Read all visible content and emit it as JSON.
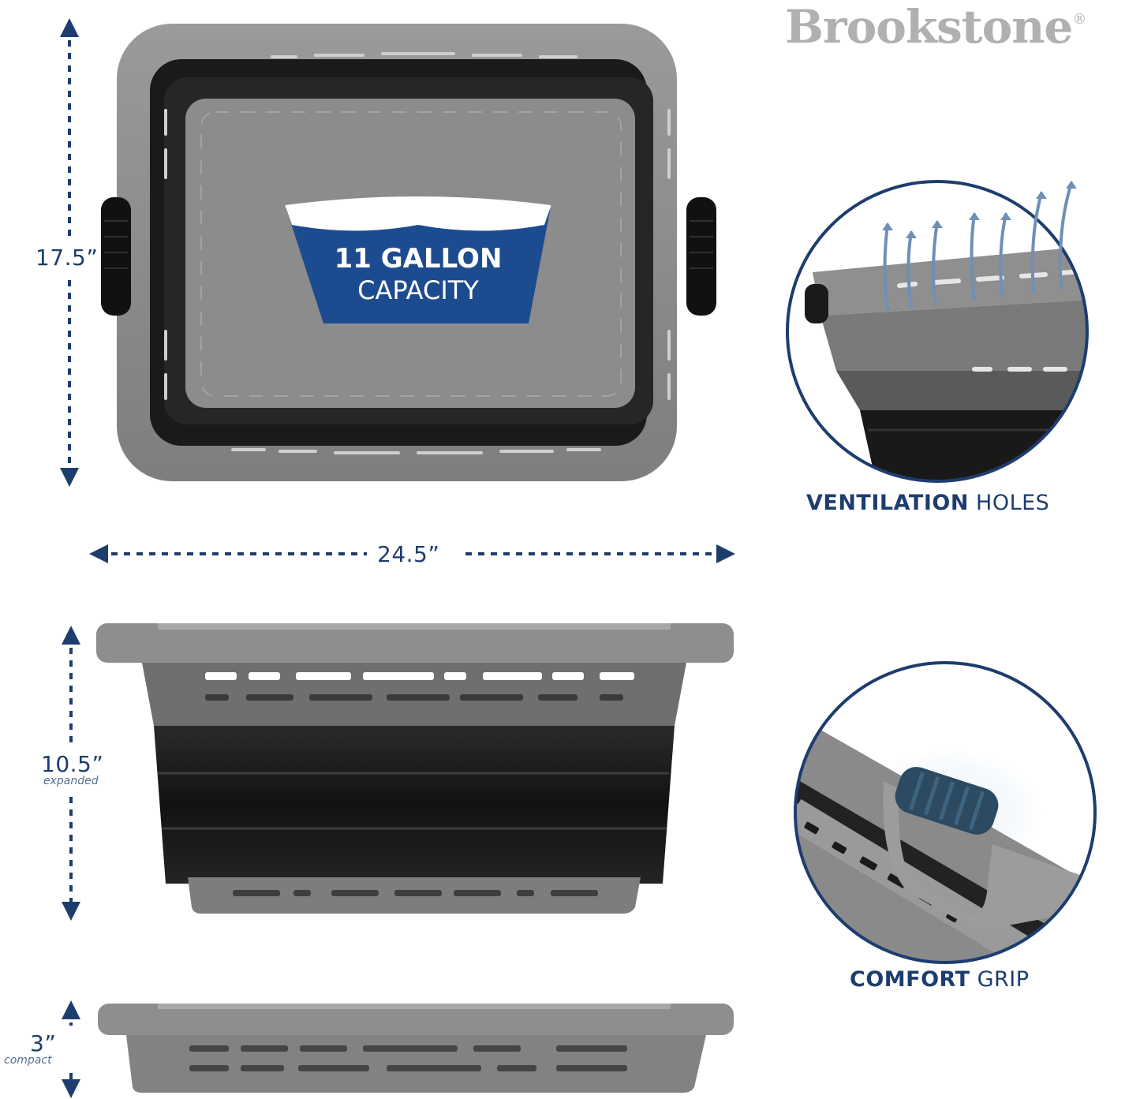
{
  "brand": {
    "name": "Brookstone",
    "mark": "®"
  },
  "badge": {
    "line1": "11 GALLON",
    "line2": "CAPACITY"
  },
  "dimensions": {
    "height_top": "17.5”",
    "width": "24.5”",
    "height_expanded": "10.5”",
    "expanded_label": "expanded",
    "height_compact": "3”",
    "compact_label": "compact"
  },
  "features": [
    {
      "bold": "VENTILATION",
      "light": "HOLES"
    },
    {
      "bold": "COMFORT",
      "light": "GRIP"
    }
  ],
  "colors": {
    "navy": "#1d3d6e",
    "basket_gray": "#8e8e8e",
    "basket_black": "#1e1e1e",
    "brand_gray": "#b0b0b0"
  }
}
